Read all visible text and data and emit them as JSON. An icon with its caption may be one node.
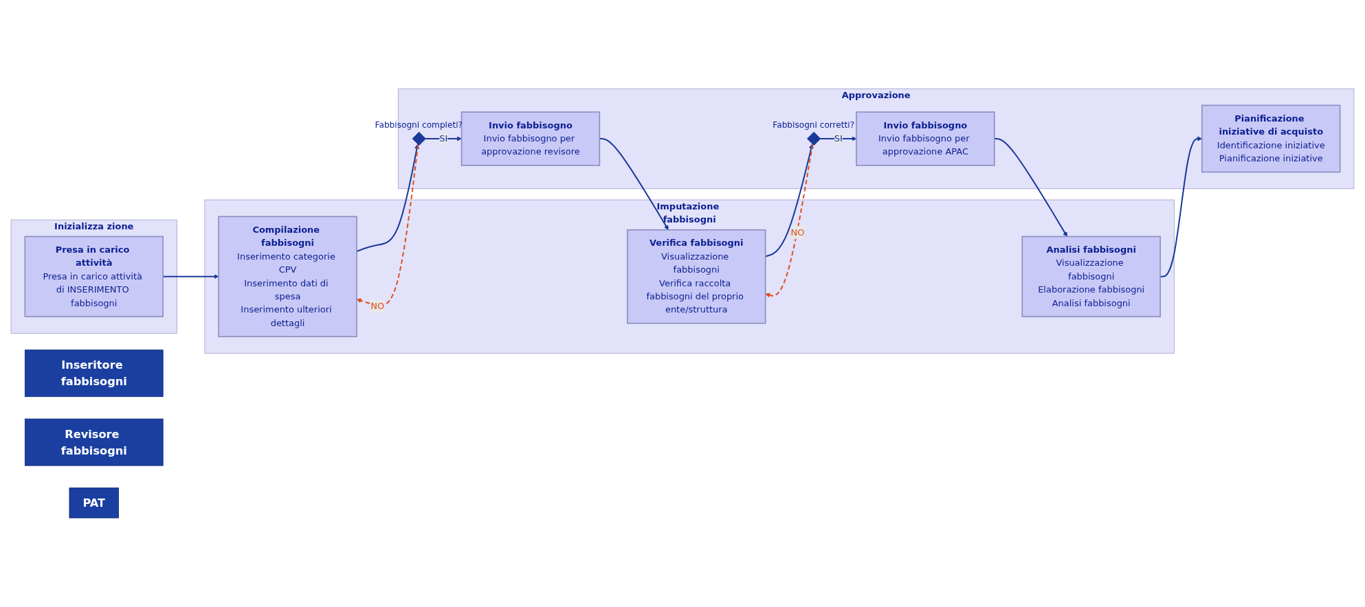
{
  "diagram": {
    "nodes": [
      {
        "text": [
          "Inseritore fabbisogni"
        ]
      },
      {
        "text": [
          "Revisore fabbisogni"
        ]
      },
      {
        "text": [
          "PAT"
        ]
      },
      {
        "text": [
          "Inizializza zione"
        ]
      },
      {
        "text": [
          "Presa in carico attività",
          "Presa in carico attività di INSERIMENTO fabbisogni"
        ],
        "in": 3
      },
      {
        "text": [
          "Imputazione fabbisogni"
        ]
      },
      {
        "text": [
          "Compilazione fabbisogni",
          "Inserimento categorie CPV",
          "Inserimento dati di spesa",
          "Inserimento ulteriori dettagli"
        ],
        "in": 5
      },
      {
        "text": [
          "Verifica fabbisogni",
          "Visualizzazione fabbisogni",
          "Verifica raccolta fabbisogni del proprio ente/struttura"
        ],
        "in": 5
      },
      {
        "text": [
          "Analisi fabbisogni",
          "Visualizzazione fabbisogni",
          "Elaborazione fabbisogni",
          "Analisi fabbisogni"
        ],
        "in": 5
      },
      {
        "text": [
          "Approvazione"
        ]
      },
      {
        "text": [],
        "shape": "diamond",
        "beside": [
          "Fabbisogni completi?"
        ],
        "in": 9
      },
      {
        "text": [
          "Invio fabbisogno",
          "Invio fabbisogno per approvazione revisore"
        ],
        "in": 9
      },
      {
        "text": [],
        "shape": "diamond",
        "beside": [
          "Fabbisogni corretti?"
        ],
        "in": 9
      },
      {
        "text": [
          "Invio fabbisogno",
          "Invio fabbisogno per approvazione APAC"
        ],
        "in": 9
      },
      {
        "text": [
          "Pianificazione iniziative di acquisto",
          "Identificazione iniziative",
          "Pianificazione iniziative"
        ],
        "in": 9
      }
    ],
    "edges": [
      {
        "from": 4,
        "to": 6,
        "arrow": "to"
      },
      {
        "from": 6,
        "to": 10,
        "arrow": "to"
      },
      {
        "from": 10,
        "to": 6,
        "arrow": "to",
        "label": "NO",
        "style": "dashed",
        "color": "#e0501e"
      },
      {
        "from": 10,
        "to": 11,
        "arrow": "to",
        "label": "SI"
      },
      {
        "from": 11,
        "to": 7,
        "arrow": "to"
      },
      {
        "from": 7,
        "to": 12,
        "arrow": "to"
      },
      {
        "from": 12,
        "to": 7,
        "arrow": "to",
        "label": "NO",
        "style": "dashed",
        "color": "#e0501e"
      },
      {
        "from": 12,
        "to": 13,
        "arrow": "to",
        "label": "SI"
      },
      {
        "from": 13,
        "to": 8,
        "arrow": "to"
      },
      {
        "from": 8,
        "to": 14,
        "arrow": "to"
      }
    ]
  }
}
